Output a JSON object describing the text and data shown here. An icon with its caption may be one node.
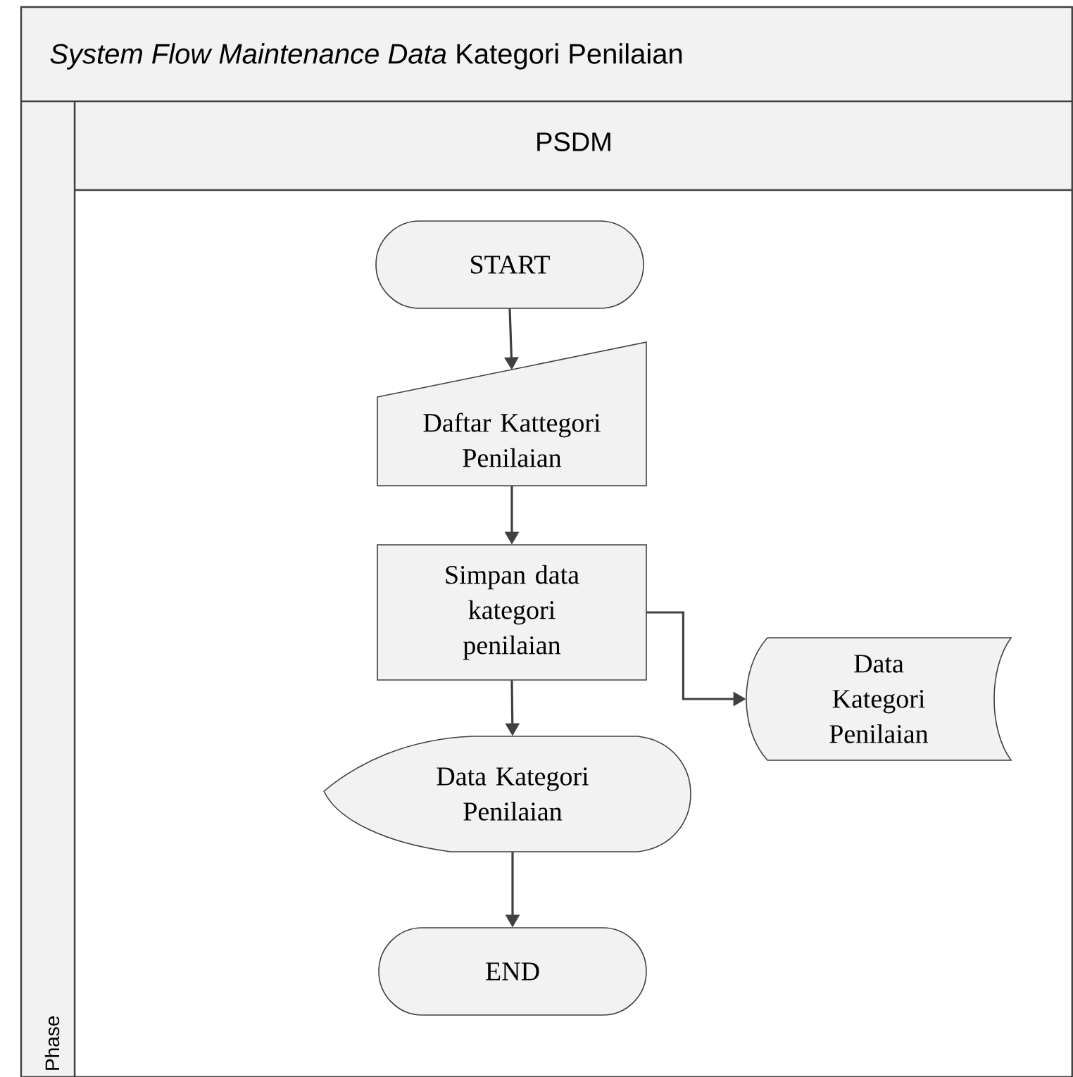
{
  "diagram": {
    "title": "*System Flow Maintenance Data* Kategori Penilaian",
    "nodes": [
      {
        "text": [
          "PSDM"
        ]
      },
      {
        "text": [
          "Phase"
        ]
      },
      {
        "text": [
          "START"
        ],
        "in": 0
      },
      {
        "text": [
          "Daftar Kattegori Penilaian"
        ],
        "in": 0
      },
      {
        "text": [
          "Simpan data kategori penilaian"
        ],
        "in": 0
      },
      {
        "text": [
          "Data Kategori Penilaian"
        ],
        "in": 0
      },
      {
        "text": [
          "Data Kategori Penilaian"
        ],
        "in": 0
      },
      {
        "text": [
          "END"
        ],
        "in": 0
      }
    ],
    "edges": [
      {
        "from": 2,
        "to": 3,
        "arrow": "to"
      },
      {
        "from": 3,
        "to": 4,
        "arrow": "to"
      },
      {
        "from": 4,
        "to": 6,
        "arrow": "to"
      },
      {
        "from": 4,
        "to": 5,
        "arrow": "to"
      },
      {
        "from": 6,
        "to": 7,
        "arrow": "to"
      }
    ]
  }
}
